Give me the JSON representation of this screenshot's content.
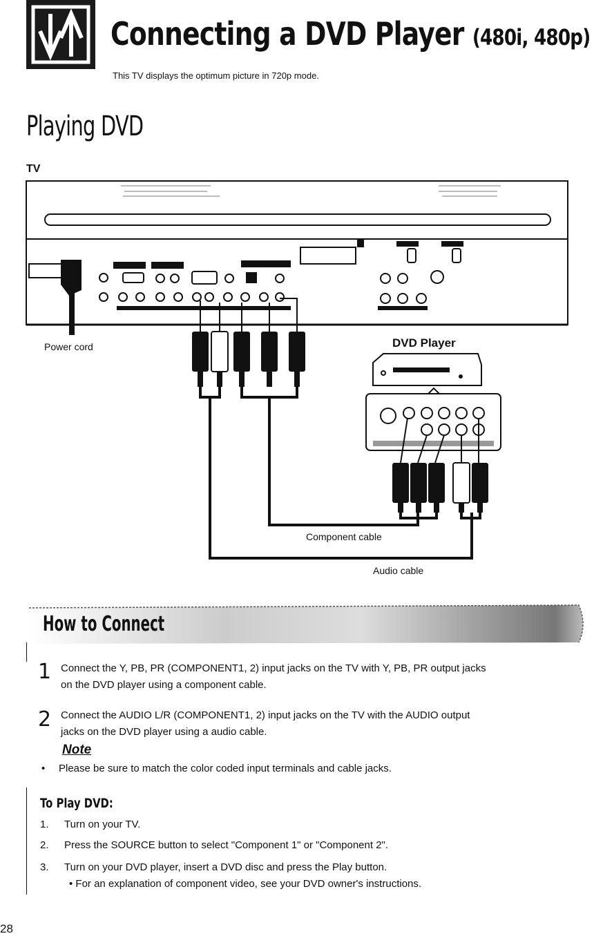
{
  "header": {
    "title_main": "Connecting a DVD Player",
    "title_sub": "(480i, 480p)",
    "subtitle": "This TV displays the optimum picture in 720p mode."
  },
  "section_title": "Playing DVD",
  "diagram": {
    "tv_label": "TV",
    "power_cord_label": "Power cord",
    "dvd_player_label": "DVD Player",
    "component_cable_label": "Component cable",
    "audio_cable_label": "Audio cable"
  },
  "how_to": {
    "title": "How to Connect",
    "steps": [
      {
        "number": "1",
        "line1": "Connect the Y, PB, PR (COMPONENT1, 2) input jacks on the TV with Y, PB, PR output jacks",
        "line2": "on the DVD player using a component cable."
      },
      {
        "number": "2",
        "line1": "Connect the AUDIO L/R (COMPONENT1, 2) input jacks on the TV with the AUDIO output",
        "line2": "jacks on the DVD player using a audio cable."
      }
    ],
    "note_title": "Note",
    "note_bullet": "•",
    "note_text": "Please be sure to match the color coded input terminals and cable jacks."
  },
  "play": {
    "title": "To Play DVD:",
    "items": [
      {
        "num": "1.",
        "text": "Turn on your TV."
      },
      {
        "num": "2.",
        "text": "Press the SOURCE button to select \"Component 1\" or \"Component 2\"."
      },
      {
        "num": "3.",
        "text": "Turn on your DVD player, insert a DVD disc and press the Play button."
      }
    ],
    "sub_item": "• For an explanation of component video, see your DVD owner's instructions."
  },
  "page_number": "28"
}
